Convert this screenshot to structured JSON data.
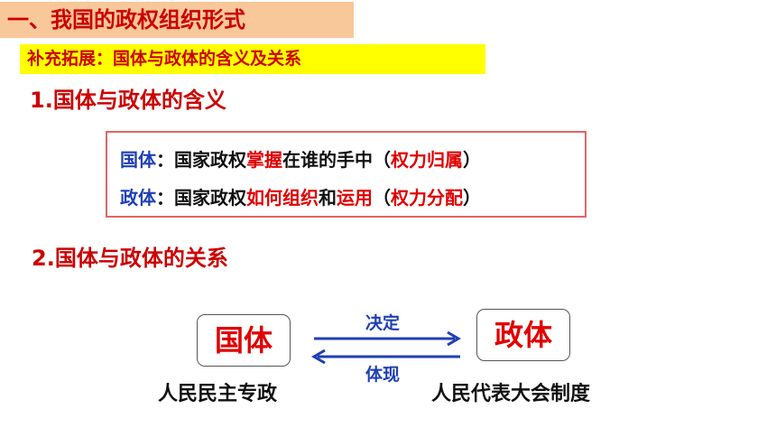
{
  "title": "一、我国的政权组织形式",
  "subtitle": "补充拓展：国体与政体的含义及关系",
  "section1": {
    "heading": "1.国体与政体的含义",
    "line1": {
      "term": "国体",
      "sep": "：国家政权",
      "key1": "掌握",
      "mid": "在谁的手中（",
      "key2": "权力归属",
      "end": "）"
    },
    "line2": {
      "term": "政体",
      "sep": "：国家政权",
      "key1": "如何组织",
      "mid1": "和",
      "key2": "运用",
      "mid2": "（",
      "key3": "权力分配",
      "end": "）"
    }
  },
  "section2": {
    "heading": "2.国体与政体的关系",
    "left_box": "国体",
    "right_box": "政体",
    "arrow_forward_label": "决定",
    "arrow_back_label": "体现",
    "left_caption": "人民民主专政",
    "right_caption": "人民代表大会制度"
  },
  "colors": {
    "title_bg": "#f8c79a",
    "subtitle_bg": "#ffff00",
    "red": "#e00000",
    "blue": "#1f3fb5"
  }
}
